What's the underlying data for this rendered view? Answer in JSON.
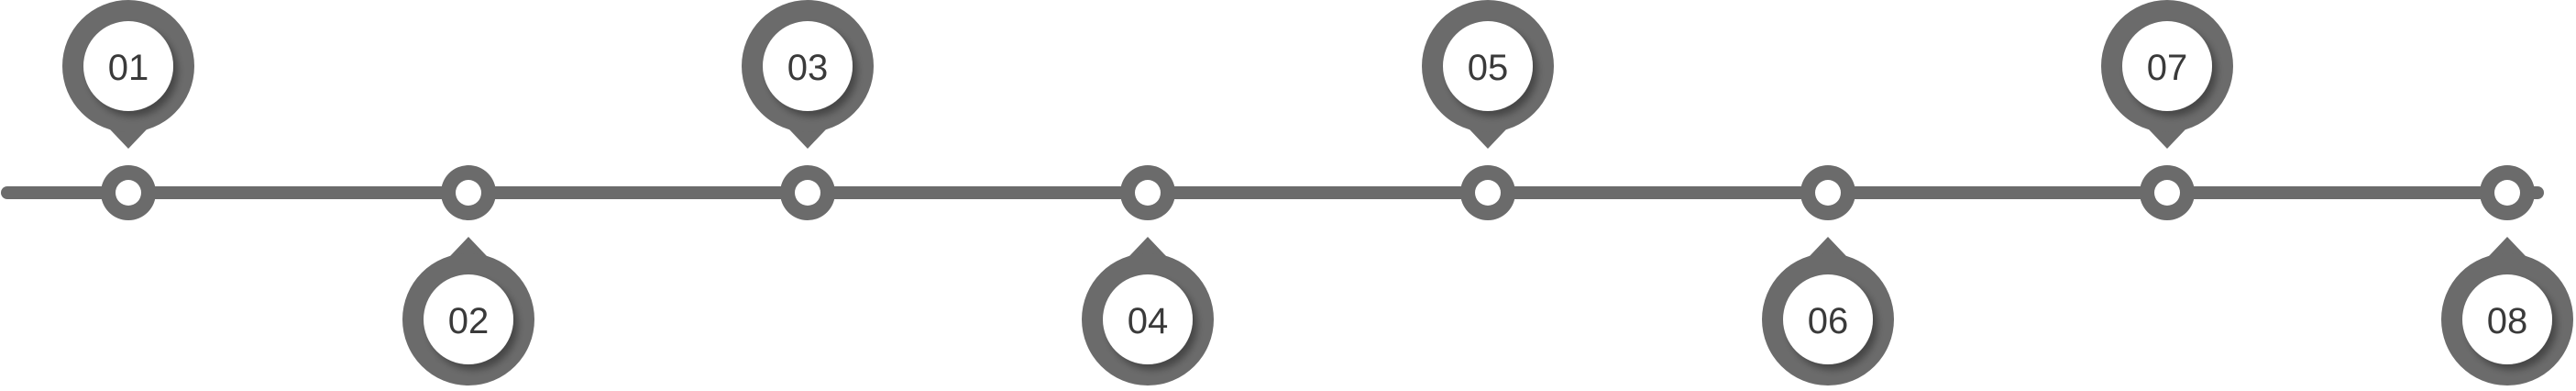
{
  "timeline": {
    "colors": {
      "line": "#6b6b6b",
      "marker_ring": "#6b6b6b",
      "marker_center": "#ffffff",
      "inner_disc": "#ffffff",
      "label": "#3a3a3a"
    },
    "steps": [
      {
        "label": "01",
        "pin": "above"
      },
      {
        "label": "02",
        "pin": "below"
      },
      {
        "label": "03",
        "pin": "above"
      },
      {
        "label": "04",
        "pin": "below"
      },
      {
        "label": "05",
        "pin": "above"
      },
      {
        "label": "06",
        "pin": "below"
      },
      {
        "label": "07",
        "pin": "above"
      },
      {
        "label": "08",
        "pin": "below"
      }
    ]
  }
}
